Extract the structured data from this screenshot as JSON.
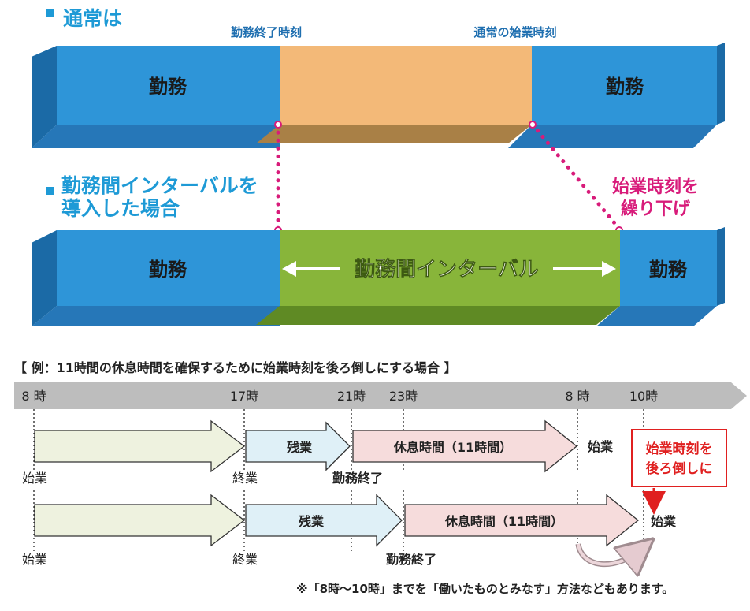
{
  "top": {
    "normal_heading": "通常は",
    "label_work_end": "勤務終了時刻",
    "label_normal_start": "通常の始業時刻",
    "bar1_left": "勤務",
    "bar1_right": "勤務",
    "interval_heading_line1": "勤務間インターバルを",
    "interval_heading_line2": "導入した場合",
    "shift_note_line1": "始業時刻を",
    "shift_note_line2": "繰り下げ",
    "bar2_left": "勤務",
    "bar2_middle": "勤務間インターバル",
    "bar2_right": "勤務"
  },
  "example": {
    "title": "【 例：11時間の休息時間を確保するために始業時刻を後ろ倒しにする場合 】",
    "timeline_labels": [
      "8 時",
      "17時",
      "21時",
      "23時",
      "8 時",
      "10時"
    ],
    "row1": {
      "overtime": "残業",
      "rest": "休息時間（11時間）",
      "start_label": "始業",
      "end_label": "終業",
      "work_end_label": "勤務終了",
      "right_start": "始業"
    },
    "row2": {
      "overtime": "残業",
      "rest": "休息時間（11時間）",
      "start_label": "始業",
      "end_label": "終業",
      "work_end_label": "勤務終了",
      "right_start": "始業"
    },
    "callout_line1": "始業時刻を",
    "callout_line2": "後ろ倒しに",
    "footnote": "※「8時～10時」までを「働いたものとみなす」方法などもあります。"
  },
  "colors": {
    "work_blue": "#2e95d8",
    "work_blue_top": "#56b2ea",
    "work_blue_dark": "#1b6aa6",
    "orange": "#f3b978",
    "green": "#88b53a",
    "pink_text": "#d81b7a",
    "heading_blue": "#1e9ad6",
    "label_blue": "#1f6fb0",
    "callout_red": "#e02020"
  }
}
